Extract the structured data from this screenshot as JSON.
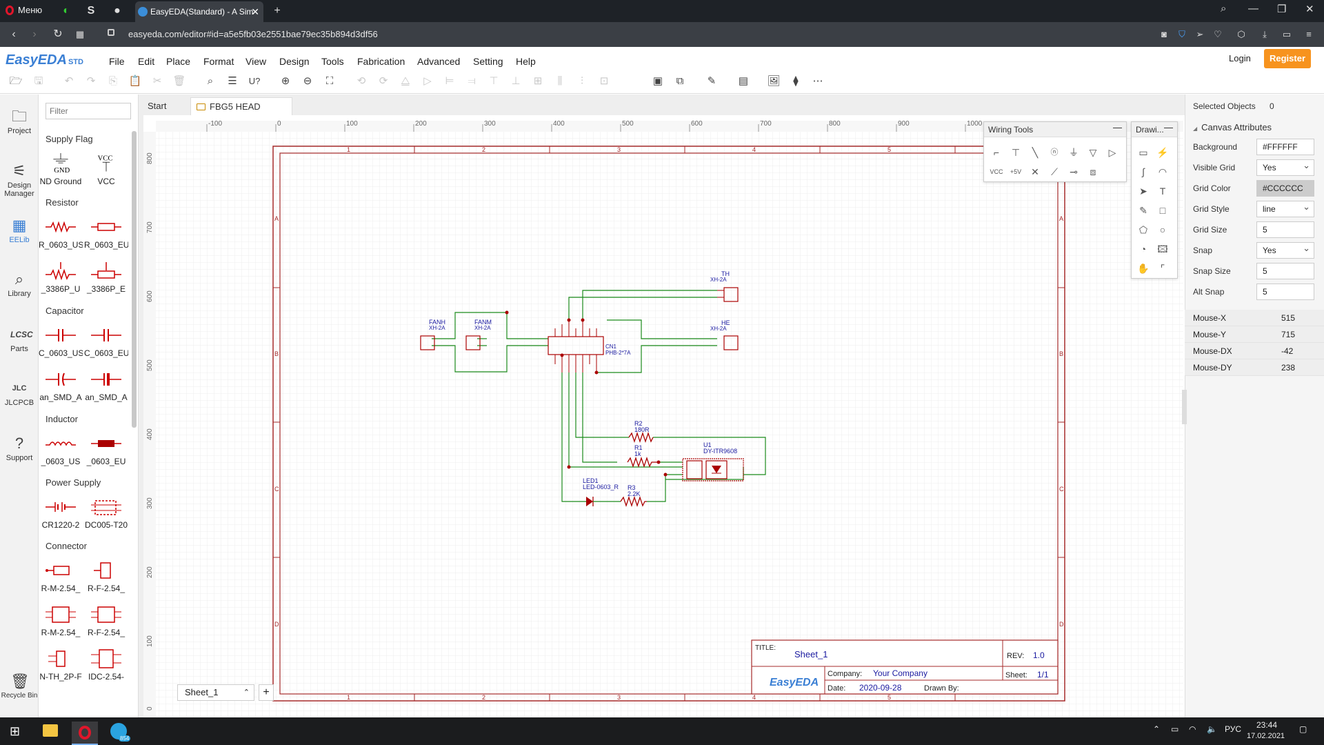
{
  "browser": {
    "menu_label": "Меню",
    "tab_title": "EasyEDA(Standard) - A Sim",
    "url": "easyeda.com/editor#id=a5e5fb03e2551bae79ec35b894d3df56"
  },
  "app": {
    "logo": "EasyEDA",
    "logo_sub": "STD",
    "menu": [
      "File",
      "Edit",
      "Place",
      "Format",
      "View",
      "Design",
      "Tools",
      "Fabrication",
      "Advanced",
      "Setting",
      "Help"
    ],
    "login": "Login",
    "register": "Register"
  },
  "rail": {
    "items": [
      "Project",
      "Design Manager",
      "EELib",
      "Library",
      "Parts",
      "JLCPCB",
      "Support",
      "Recycle Bin"
    ]
  },
  "library": {
    "filter_placeholder": "Filter",
    "sections": {
      "supply": "Supply Flag",
      "resistor": "Resistor",
      "capacitor": "Capacitor",
      "inductor": "Inductor",
      "power": "Power Supply",
      "connector": "Connector"
    },
    "supply_items": [
      "ND Ground",
      "VCC"
    ],
    "supply_sym": {
      "gnd": "GND",
      "vcc": "VCC"
    },
    "resistor_items": [
      "R_0603_US",
      "R_0603_EU",
      "_3386P_U",
      "_3386P_E"
    ],
    "capacitor_items": [
      "C_0603_US",
      "C_0603_EU",
      "an_SMD_A",
      "an_SMD_A"
    ],
    "inductor_items": [
      "_0603_US",
      "_0603_EU"
    ],
    "power_items": [
      "CR1220-2",
      "DC005-T20"
    ],
    "connector_items": [
      "R-M-2.54_",
      "R-F-2.54_",
      "R-M-2.54_",
      "R-F-2.54_",
      "N-TH_2P-F",
      "IDC-2.54-"
    ]
  },
  "tabs": {
    "start": "Start",
    "doc": "FBG5 HEAD"
  },
  "sheet_tab": "Sheet_1",
  "wiring_tools_title": "Wiring Tools",
  "drawing_tools_title": "Drawi...",
  "right_panel": {
    "selected_label": "Selected Objects",
    "selected_count": "0",
    "canvas_attrs": "Canvas Attributes",
    "fields": [
      {
        "label": "Background",
        "value": "#FFFFFF"
      },
      {
        "label": "Visible Grid",
        "value": "Yes"
      },
      {
        "label": "Grid Color",
        "value": "#CCCCCC"
      },
      {
        "label": "Grid Style",
        "value": "line"
      },
      {
        "label": "Grid Size",
        "value": "5"
      },
      {
        "label": "Snap",
        "value": "Yes"
      },
      {
        "label": "Snap Size",
        "value": "5"
      },
      {
        "label": "Alt Snap",
        "value": "5"
      }
    ],
    "mouse": [
      {
        "label": "Mouse-X",
        "value": "515"
      },
      {
        "label": "Mouse-Y",
        "value": "715"
      },
      {
        "label": "Mouse-DX",
        "value": "-42"
      },
      {
        "label": "Mouse-DY",
        "value": "238"
      }
    ]
  },
  "ruler": {
    "x": [
      "-100",
      "0",
      "100",
      "200",
      "300",
      "400",
      "500",
      "600",
      "700",
      "800",
      "900",
      "1000"
    ],
    "y": [
      "800",
      "700",
      "600",
      "500",
      "400",
      "300",
      "200",
      "100",
      "0"
    ]
  },
  "schematic": {
    "border_cols": [
      "1",
      "2",
      "3",
      "4",
      "5"
    ],
    "border_rows": [
      "A",
      "B",
      "C",
      "D"
    ],
    "components": {
      "th": {
        "ref": "TH",
        "val": "XH-2A"
      },
      "he": {
        "ref": "HE",
        "val": "XH-2A"
      },
      "fanh": {
        "ref": "FANH",
        "val": "XH-2A"
      },
      "fanm": {
        "ref": "FANM",
        "val": "XH-2A"
      },
      "cn1": {
        "ref": "CN1",
        "val": "PHB-2*7A"
      },
      "r2": {
        "ref": "R2",
        "val": "180R"
      },
      "r1": {
        "ref": "R1",
        "val": "1k"
      },
      "u1": {
        "ref": "U1",
        "val": "DY-ITR9608"
      },
      "led1": {
        "ref": "LED1",
        "val": "LED-0603_R"
      },
      "r3": {
        "ref": "R3",
        "val": "2.2K"
      }
    },
    "title_block": {
      "title_label": "TITLE:",
      "title": "Sheet_1",
      "rev_label": "REV:",
      "rev": "1.0",
      "logo": "EasyEDA",
      "company_label": "Company:",
      "company": "Your Company",
      "sheet_label": "Sheet:",
      "sheet": "1/1",
      "date_label": "Date:",
      "date": "2020-09-28",
      "drawn_label": "Drawn By:"
    }
  },
  "taskbar": {
    "lang": "РУС",
    "time": "23:44",
    "date": "17.02.2021",
    "badge": "854"
  }
}
